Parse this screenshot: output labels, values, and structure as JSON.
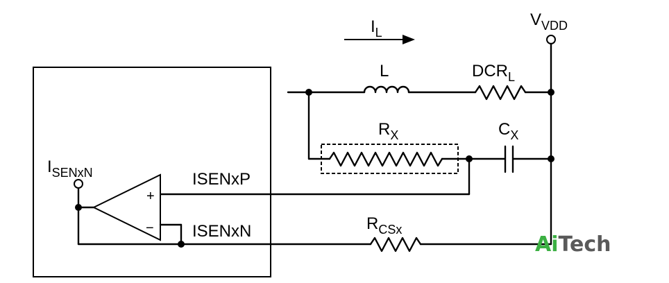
{
  "labels": {
    "current": "I",
    "current_sub": "L",
    "vdd": "V",
    "vdd_sub": "VDD",
    "inductor": "L",
    "dcr": "DCR",
    "dcr_sub": "L",
    "rx": "R",
    "rx_sub": "X",
    "cx": "C",
    "cx_sub": "X",
    "isen_out": "I",
    "isen_out_sub": "SENxN",
    "isenp": "ISENxP",
    "isenn": "ISENxN",
    "rcs": "R",
    "rcs_sub": "CSx",
    "plus": "+",
    "minus": "−"
  },
  "watermark": {
    "part1": "Ai",
    "part2": "Tech",
    "color1": "#3cb043",
    "color2": "#5a5a5a"
  }
}
